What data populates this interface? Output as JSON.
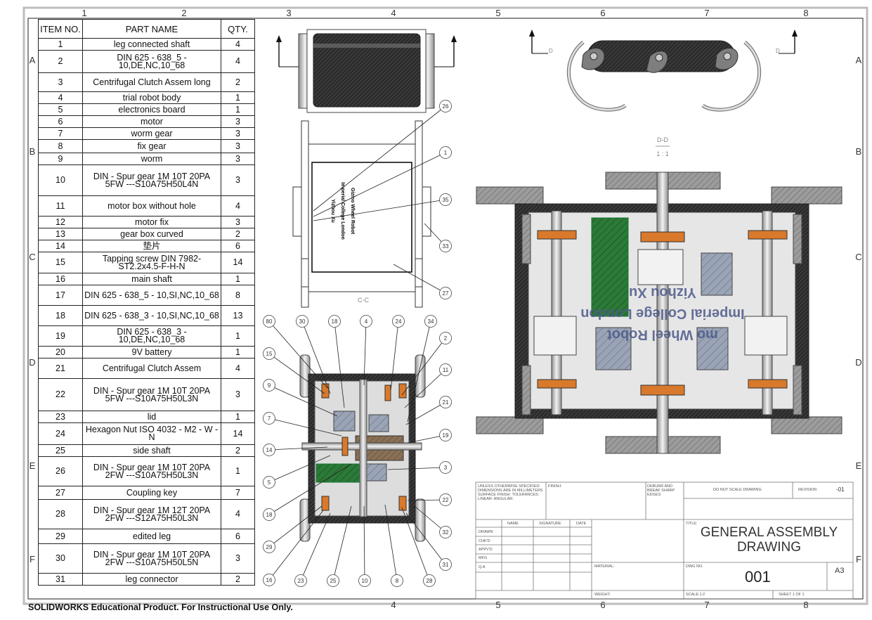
{
  "bom": {
    "headers": [
      "ITEM NO.",
      "PART NAME",
      "QTY."
    ],
    "rows": [
      {
        "item": "1",
        "name": "leg connected shaft",
        "qty": "4",
        "h": 17
      },
      {
        "item": "2",
        "name": "DIN 625 - 638_5 - 10,DE,NC,10_68",
        "qty": "4",
        "h": 32
      },
      {
        "item": "3",
        "name": "Centrifugal Clutch Assem long",
        "qty": "2",
        "h": 27
      },
      {
        "item": "4",
        "name": "trial robot body",
        "qty": "1",
        "h": 17
      },
      {
        "item": "5",
        "name": "electronics board",
        "qty": "1",
        "h": 17
      },
      {
        "item": "6",
        "name": "motor",
        "qty": "3",
        "h": 17
      },
      {
        "item": "7",
        "name": "worm gear",
        "qty": "3",
        "h": 17
      },
      {
        "item": "8",
        "name": "fix gear",
        "qty": "3",
        "h": 19
      },
      {
        "item": "9",
        "name": "worm",
        "qty": "3",
        "h": 17
      },
      {
        "item": "10",
        "name": "DIN - Spur gear 1M 10T 20PA 5FW ---S10A75H50L4N",
        "qty": "3",
        "h": 44
      },
      {
        "item": "11",
        "name": "motor box without hole",
        "qty": "4",
        "h": 29
      },
      {
        "item": "12",
        "name": "motor fix",
        "qty": "3",
        "h": 17
      },
      {
        "item": "13",
        "name": "gear box curved",
        "qty": "2",
        "h": 17
      },
      {
        "item": "14",
        "name": "垫片",
        "qty": "6",
        "h": 17
      },
      {
        "item": "15",
        "name": "Tapping screw DIN 7982- ST2.2x4.5-F-H-N",
        "qty": "14",
        "h": 30
      },
      {
        "item": "16",
        "name": "main shaft",
        "qty": "1",
        "h": 17
      },
      {
        "item": "17",
        "name": "DIN 625 - 638_5 - 10,SI,NC,10_68",
        "qty": "8",
        "h": 29
      },
      {
        "item": "18",
        "name": "DIN 625 - 638_3 - 10,SI,NC,10_68",
        "qty": "13",
        "h": 29
      },
      {
        "item": "19",
        "name": "DIN 625 - 638_3 - 10,DE,NC,10_68",
        "qty": "1",
        "h": 29
      },
      {
        "item": "20",
        "name": "9V battery",
        "qty": "1",
        "h": 17
      },
      {
        "item": "21",
        "name": "Centrifugal Clutch Assem",
        "qty": "4",
        "h": 29
      },
      {
        "item": "22",
        "name": "DIN - Spur gear 1M 10T 20PA 5FW ---S10A75H50L3N",
        "qty": "3",
        "h": 46
      },
      {
        "item": "23",
        "name": "lid",
        "qty": "1",
        "h": 17
      },
      {
        "item": "24",
        "name": "Hexagon Nut ISO 4032 - M2 - W - N",
        "qty": "14",
        "h": 31
      },
      {
        "item": "25",
        "name": "side shaft",
        "qty": "2",
        "h": 17
      },
      {
        "item": "26",
        "name": "DIN - Spur gear 1M 10T 20PA 2FW ---S10A75H50L3N",
        "qty": "1",
        "h": 42
      },
      {
        "item": "27",
        "name": "Coupling key",
        "qty": "7",
        "h": 19
      },
      {
        "item": "28",
        "name": "DIN - Spur gear 1M 12T 20PA 2FW ---S12A75H50L3N",
        "qty": "4",
        "h": 42
      },
      {
        "item": "29",
        "name": "edited leg",
        "qty": "6",
        "h": 21
      },
      {
        "item": "30",
        "name": "DIN - Spur gear 1M 10T 20PA 2FW ---S10A75H50L5N",
        "qty": "3",
        "h": 42
      },
      {
        "item": "31",
        "name": "leg connector",
        "qty": "2",
        "h": 17
      }
    ]
  },
  "zones": {
    "top": [
      "1",
      "2",
      "3",
      "4",
      "5",
      "6",
      "7",
      "8"
    ],
    "bottom": [
      "4",
      "5",
      "6",
      "7",
      "8"
    ],
    "side": [
      "A",
      "B",
      "C",
      "D",
      "E",
      "F"
    ]
  },
  "views": {
    "section_cc": "C-C",
    "section_dd": "D-D",
    "section_dd_scale": "1 : 1",
    "label_d": "D",
    "body_text": [
      "Gizmo Wheel Robot",
      "Imperial College London",
      "Yizhou Xu"
    ],
    "big_text": [
      "mo Wheel Robot",
      "Imperial College London",
      "Yizhou Xu"
    ]
  },
  "balloons": {
    "view_cc": [
      "26",
      "1",
      "35",
      "33",
      "27"
    ],
    "top_row": [
      "80",
      "30",
      "18",
      "4",
      "24",
      "34"
    ],
    "left_col": [
      "15",
      "9",
      "7",
      "14",
      "5",
      "18",
      "29"
    ],
    "right_col": [
      "2",
      "11",
      "21",
      "19",
      "3",
      "22",
      "32",
      "31"
    ],
    "bottom_row": [
      "16",
      "23",
      "25",
      "10",
      "8",
      "28"
    ]
  },
  "title_block": {
    "unless_text": "UNLESS OTHERWISE SPECIFIED: DIMENSIONS ARE IN MILLIMETERS SURFACE FINISH: TOLERANCES: LINEAR: ANGULAR:",
    "finish": "FINISH:",
    "deburr": "DEBURR AND BREAK SHARP EDGES",
    "do_not_scale": "DO NOT SCALE DRAWING",
    "revision_label": "REVISION",
    "revision": "-01",
    "col_name": "NAME",
    "col_signature": "SIGNATURE",
    "col_date": "DATE",
    "rows": [
      "DRAWN",
      "CHK'D",
      "APPV'D",
      "MFG",
      "Q.A"
    ],
    "title_label": "TITLE:",
    "title_line1": "GENERAL ASSEMBLY",
    "title_line2": "DRAWING",
    "material": "MATERIAL:",
    "dwg_no_label": "DWG NO.",
    "dwg_no": "001",
    "size": "A3",
    "weight": "WEIGHT:",
    "scale": "SCALE:1:2",
    "sheet": "SHEET 1 OF 1"
  },
  "watermark": "SOLIDWORKS Educational Product. For Instructional Use Only."
}
